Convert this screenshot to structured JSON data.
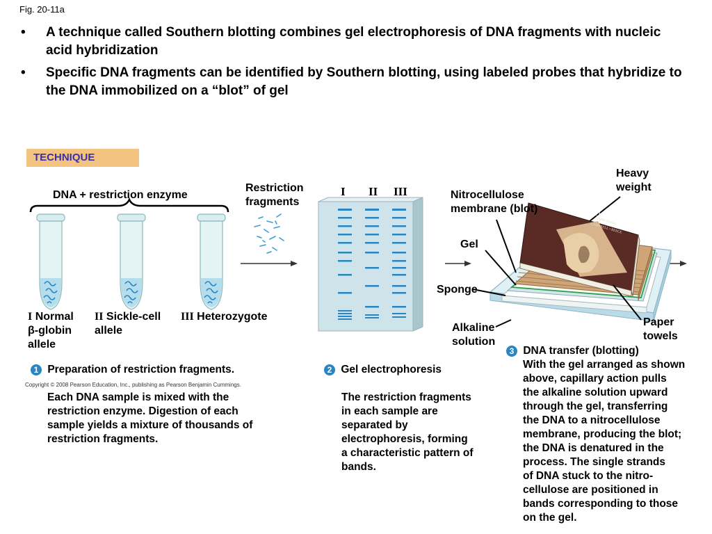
{
  "fig_label": "Fig. 20-11a",
  "bullets": [
    "A technique called Southern blotting combines gel electrophoresis of DNA fragments with nucleic acid hybridization",
    "Specific DNA fragments can be identified by Southern blotting, using labeled probes that hybridize to the DNA immobilized on a “blot” of gel"
  ],
  "technique_label": "TECHNIQUE",
  "dna_label": "DNA + restriction enzyme",
  "tubes": [
    {
      "numeral": "I",
      "label_line1": "Normal",
      "label_line2": "β-globin",
      "label_line3": "allele"
    },
    {
      "numeral": "II",
      "label_line1": "Sickle-cell",
      "label_line2": "allele"
    },
    {
      "numeral": "III",
      "label_line1": "Heterozygote"
    }
  ],
  "restriction_fragments_label": [
    "Restriction",
    "fragments"
  ],
  "lane_labels": [
    "I",
    "II",
    "III"
  ],
  "blot_labels": {
    "heavy_weight": [
      "Heavy",
      "weight"
    ],
    "nitrocellulose": [
      "Nitrocellulose",
      "membrane (blot)"
    ],
    "gel": "Gel",
    "sponge": "Sponge",
    "alkaline": [
      "Alkaline",
      "solution"
    ],
    "paper": [
      "Paper",
      "towels"
    ]
  },
  "book": {
    "title": "BIOLOGY",
    "edition": "Eighth Edition",
    "authors": "CAMPBELL • REECE"
  },
  "steps": [
    {
      "num": "1",
      "title": "Preparation of restriction fragments.",
      "body": [
        "Each DNA sample is mixed with the",
        "restriction enzyme.  Digestion of each",
        "sample yields a mixture of thousands of",
        "restriction fragments."
      ]
    },
    {
      "num": "2",
      "title": "Gel electrophoresis",
      "body": [
        "The restriction fragments",
        "in each sample are",
        "separated by",
        "electrophoresis, forming",
        "a characteristic pattern of",
        "bands."
      ]
    },
    {
      "num": "3",
      "title": "DNA transfer (blotting)",
      "body": [
        "With the gel arranged as shown",
        "above, capillary action pulls",
        "the alkaline solution upward",
        "through the gel, transferring",
        "the DNA to a nitrocellulose",
        "membrane, producing the blot;",
        "the DNA is denatured in the",
        "process.  The single strands",
        "of DNA stuck to the nitro-",
        "cellulose are positioned in",
        "bands corresponding to those",
        "on the gel."
      ]
    }
  ],
  "copyright": "Copyright © 2008 Pearson Education, Inc., publishing as Pearson Benjamin Cummings.",
  "colors": {
    "tube_fill": "#e4f3f4",
    "dna": "#3b9bd4",
    "band": "#2a86c2",
    "gel": "#cfe3ea",
    "highlight": "#f3c481",
    "technique_text": "#3a2fa8",
    "book_cover": "#5a2a24"
  }
}
